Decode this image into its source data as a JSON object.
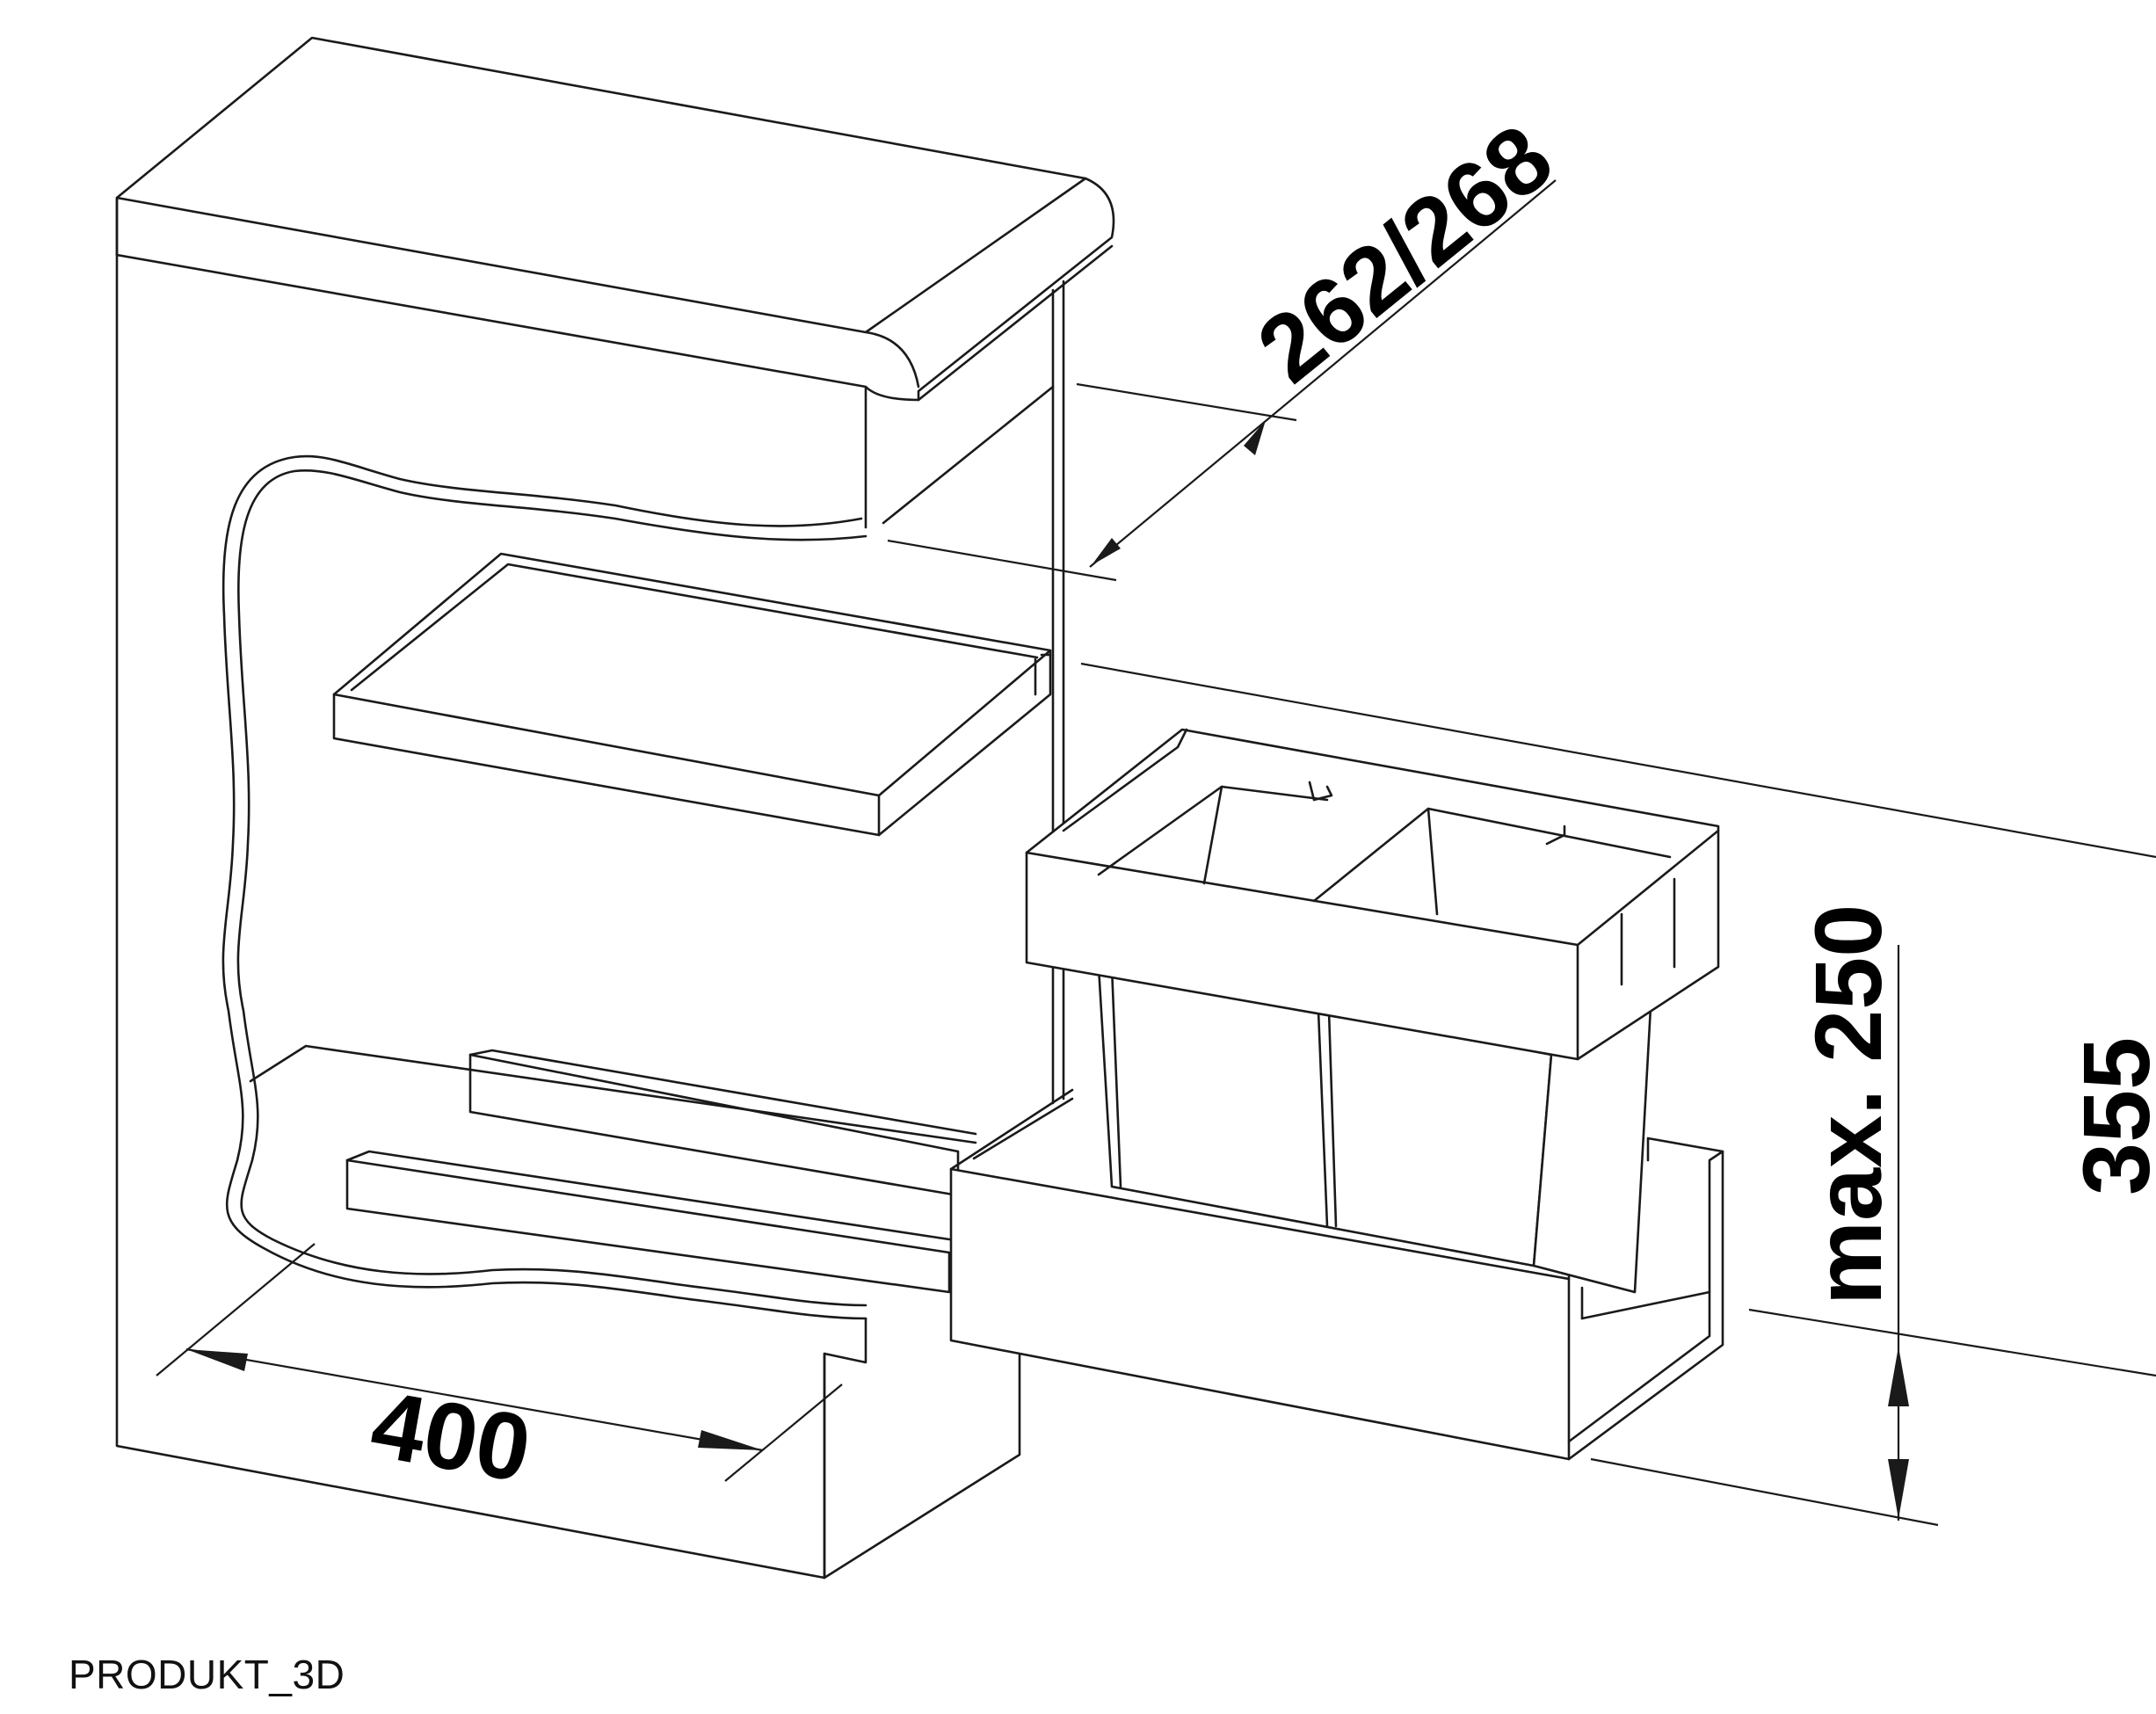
{
  "dimensions": {
    "depth_label": "400",
    "cabinet_gap_label": "262/268",
    "max_height_label": "max. 250",
    "total_height_label": "355"
  },
  "caption": "PRODUKT_3D",
  "colors": {
    "line": "#1a1a1a",
    "background": "#ffffff"
  }
}
